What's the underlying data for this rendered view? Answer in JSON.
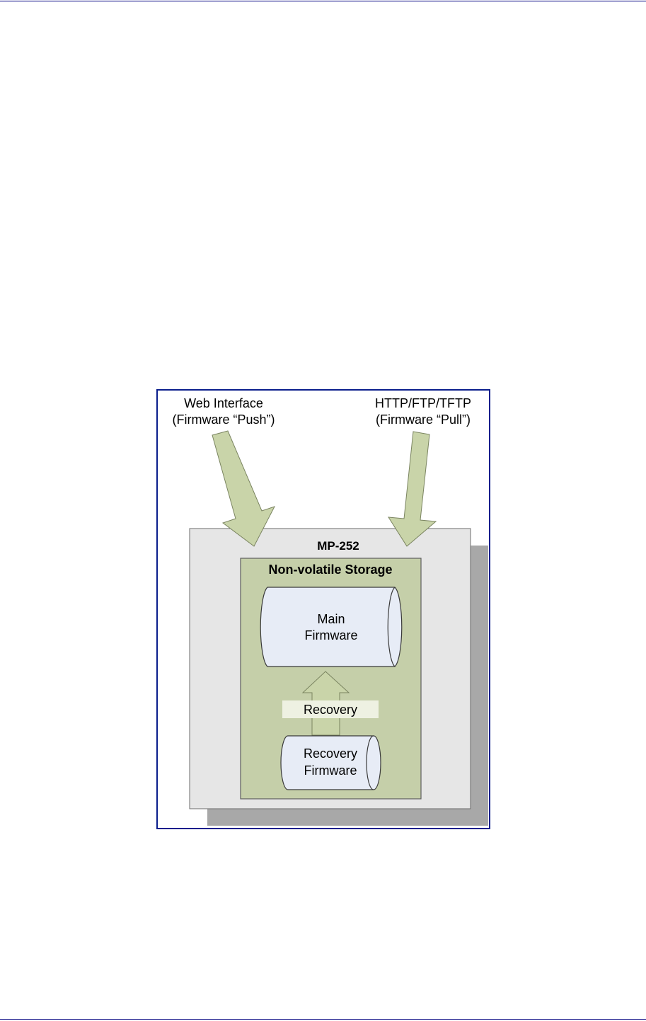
{
  "diagram": {
    "sources": {
      "left": {
        "line1": "Web Interface",
        "line2": "(Firmware “Push”)"
      },
      "right": {
        "line1": "HTTP/FTP/TFTP",
        "line2": "(Firmware “Pull”)"
      }
    },
    "device": {
      "title": "MP-252"
    },
    "storage": {
      "title": "Non-volatile Storage",
      "main_firmware": {
        "line1": "Main",
        "line2": "Firmware"
      },
      "recovery_label": "Recovery",
      "recovery_firmware": {
        "line1": "Recovery",
        "line2": "Firmware"
      }
    },
    "colors": {
      "frame_border": "#0a1e8c",
      "arrow_fill": "#c9d4a9",
      "arrow_stroke": "#7a8460",
      "device_fill": "#e6e6e6",
      "device_shadow": "#a8a8a8",
      "storage_fill": "#c5cfa9",
      "cylinder_fill": "#e7ecf6",
      "recovery_label_fill": "#eef1e2",
      "page_rule": "#000080"
    }
  }
}
